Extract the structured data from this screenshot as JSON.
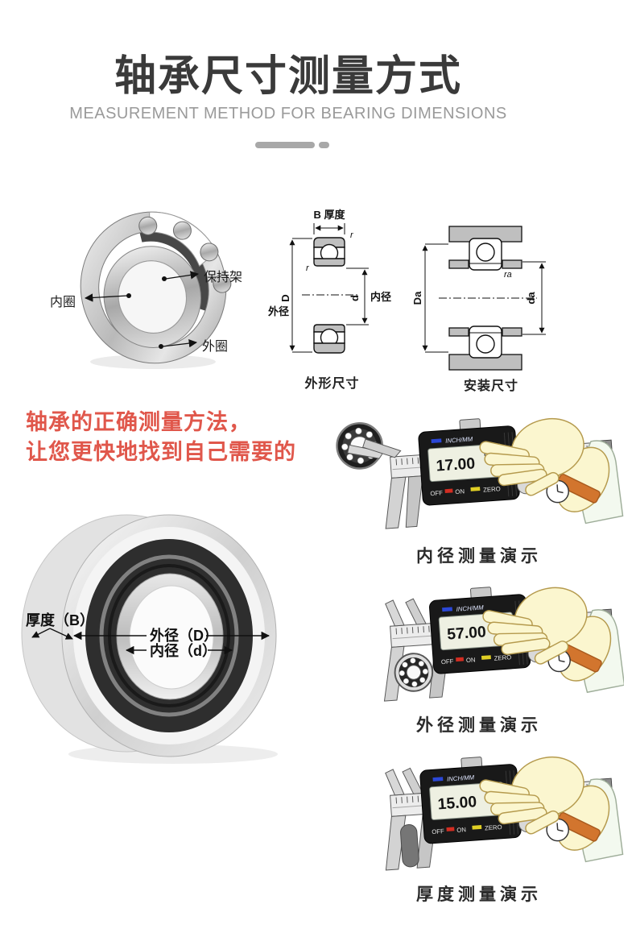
{
  "header": {
    "title": "轴承尺寸测量方式",
    "subtitle": "MEASUREMENT METHOD FOR BEARING DIMENSIONS"
  },
  "structure_figure": {
    "cage_label": "保持架",
    "inner_ring_label": "内圈",
    "outer_ring_label": "外圈"
  },
  "outline_figure": {
    "caption": "外形尺寸",
    "width_label": "B 厚度",
    "outer_diameter_label": "外径",
    "outer_diameter_symbol": "D",
    "inner_diameter_label": "内径",
    "inner_diameter_symbol": "d",
    "fillet_top": "r",
    "fillet_left": "r"
  },
  "mounting_figure": {
    "caption": "安装尺寸",
    "housing_symbol": "Da",
    "shaft_symbol": "da",
    "fillet_symbol": "ra"
  },
  "slogan": {
    "line1": "轴承的正确测量方法，",
    "line2": "让您更快地找到自己需要的"
  },
  "photo_figure": {
    "thickness_label": "厚度（B）",
    "outer_label": "外径（D）",
    "inner_label": "内径（d）"
  },
  "demos": [
    {
      "caption": "内径测量演示",
      "reading": "17.00",
      "unit": "mm"
    },
    {
      "caption": "外径测量演示",
      "reading": "57.00",
      "unit": "mm"
    },
    {
      "caption": "厚度测量演示",
      "reading": "15.00",
      "unit": "mm"
    }
  ],
  "caliper_labels": {
    "mode": "INCH/MM",
    "off": "OFF",
    "on": "ON",
    "zero": "ZERO"
  },
  "colors": {
    "accent_red": "#e0574b",
    "title": "#3a3a3a",
    "subtitle": "#9a9a9a"
  }
}
